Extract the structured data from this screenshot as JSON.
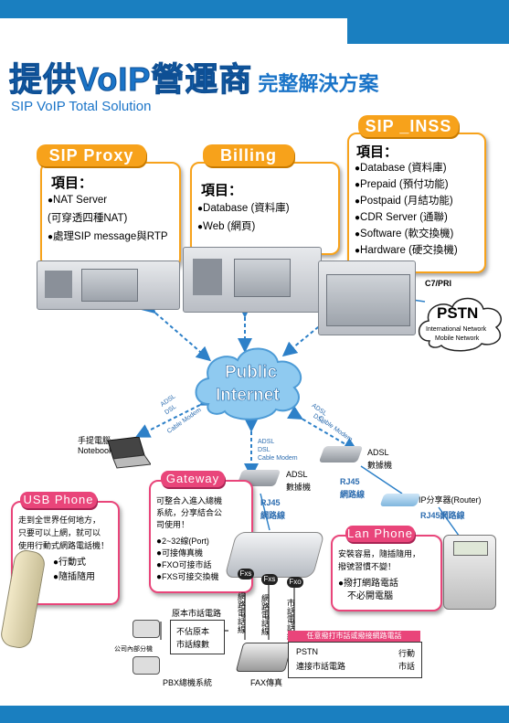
{
  "header": {
    "title_main": "提供VoIP營運商",
    "title_sub": "完整解決方案",
    "subtitle": "SIP VoIP Total Solution"
  },
  "sip_proxy": {
    "label": "SIP Proxy",
    "heading": "項目：",
    "items": [
      "NAT Server",
      "(可穿透四種NAT)",
      "處理SIP message與RTP"
    ]
  },
  "billing": {
    "label": "Billing",
    "heading": "項目：",
    "items": [
      "Database (資料庫)",
      "Web (網頁)"
    ]
  },
  "sip_inss": {
    "label": "SIP _INSS",
    "heading": "項目：",
    "items": [
      "Database (資料庫)",
      "Prepaid (預付功能)",
      "Postpaid (月結功能)",
      "CDR Server (通聯)",
      "Software (軟交換機)",
      "Hardware (硬交換機)"
    ]
  },
  "pstn_cloud": {
    "link_label": "C7/PRI",
    "title": "PSTN",
    "line1": "International Network",
    "line2": "Mobile Network"
  },
  "internet_cloud": {
    "line1": "Public",
    "line2": "Internet"
  },
  "notebook": {
    "label1": "手提電腦",
    "label2": "Notebook",
    "link": [
      "ADSL",
      "DSL",
      "Cable Modem"
    ]
  },
  "gateway": {
    "label": "Gateway",
    "desc": [
      "可整合入進入總機",
      "系統，分享結合公",
      "司使用！"
    ],
    "items": [
      "2~32線(Port)",
      "可接傳真機",
      "FXO可接市話",
      "FXS可接交換機"
    ],
    "modem_link": [
      "ADSL",
      "DSL",
      "Cable Modem"
    ],
    "modem_label1": "ADSL",
    "modem_label2": "數據機",
    "rj45_1": "RJ45",
    "rj45_2": "網路線",
    "ports": [
      "Fxs",
      "Fxs",
      "Fxo"
    ],
    "port_lines": [
      "網路電話線",
      "網路電話線",
      "市話電話線"
    ]
  },
  "router_side": {
    "modem_link": [
      "ADSL",
      "DSL",
      "Cable Modem"
    ],
    "modem_label1": "ADSL",
    "modem_label2": "數據機",
    "rj45_1": "RJ45",
    "rj45_2": "網路線",
    "router_label": "IP分享器(Router)",
    "router_rj45": "RJ45網路線"
  },
  "usb_phone": {
    "label": "USB Phone",
    "desc": [
      "走到全世界任何地方，",
      "只要可以上網，就可以",
      "使用行動式網路電話機！"
    ],
    "items": [
      "行動式",
      "隨插隨用"
    ]
  },
  "lan_phone": {
    "label": "Lan Phone",
    "desc": [
      "安裝容易，隨插隨用，",
      "撥號習慣不變！"
    ],
    "items": [
      "撥打網路電話",
      "不必開電腦"
    ]
  },
  "pbx": {
    "top_label": "原本市話電路",
    "box_text": [
      "不佔原本",
      "市話線數"
    ],
    "side_label": "公司內部分機",
    "bottom_label": "PBX總機系統"
  },
  "fax": {
    "label": "FAX傳真"
  },
  "pstn_bottom": {
    "banner": "任意撥打市話或撥接網路電話",
    "line1": "PSTN",
    "line2": "連接市話電路",
    "mobile1": "行動",
    "mobile2": "市話"
  },
  "colors": {
    "brand_blue": "#1a7fc0",
    "orange": "#f7a21b",
    "pink": "#e9457a",
    "cloud": "#8fcaf0"
  }
}
